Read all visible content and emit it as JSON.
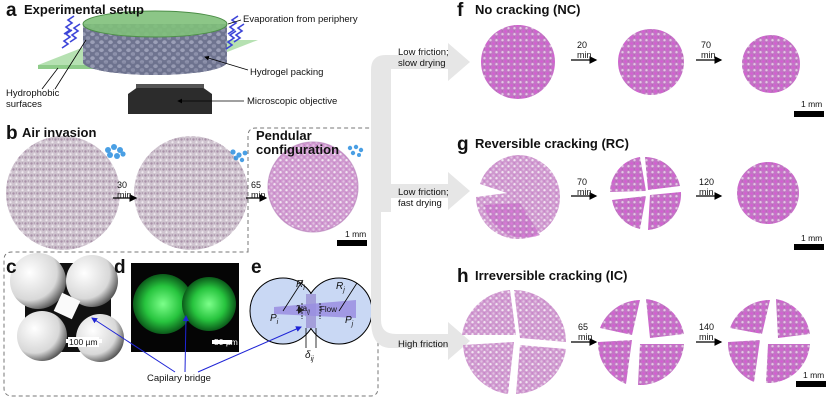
{
  "panels": {
    "a": {
      "label": "a",
      "title": "Experimental setup",
      "annotations": {
        "evaporation": "Evaporation from periphery",
        "hydrogel": "Hydrogel packing",
        "hydrophobic": "Hydrophobic\nsurfaces",
        "objective": "Microscopic objective"
      }
    },
    "b": {
      "label": "b",
      "title": "Air invasion",
      "title2": "Pendular\nconfiguration",
      "time1": "30\nmin",
      "time2": "65\nmin",
      "scale": "1 mm"
    },
    "c": {
      "label": "c",
      "scale": "100 µm"
    },
    "d": {
      "label": "d",
      "scale": "50 µm"
    },
    "e": {
      "label": "e",
      "Ri": "R",
      "Ri_sub": "i",
      "Rj": "R",
      "Rj_sub": "j",
      "Pi": "P",
      "Pi_sub": "i",
      "Pj": "P",
      "Pj_sub": "j",
      "a": "2 a",
      "a_sub": "ij",
      "flow": "Flow",
      "delta": "δ",
      "delta_sub": "ij"
    },
    "bridge_label": "Capilary bridge",
    "conditions": {
      "low_slow": "Low friction;\nslow drying",
      "low_fast": "Low friction;\nfast drying",
      "high": "High friction"
    },
    "f": {
      "label": "f",
      "title": "No cracking (NC)",
      "time1": "20\nmin",
      "time2": "70\nmin",
      "scale": "1 mm"
    },
    "g": {
      "label": "g",
      "title": "Reversible cracking (RC)",
      "time1": "70\nmin",
      "time2": "120\nmin",
      "scale": "1 mm"
    },
    "h": {
      "label": "h",
      "title": "Irreversible cracking (IC)",
      "time1": "65\nmin",
      "time2": "140\nmin",
      "scale": "1 mm"
    }
  },
  "colors": {
    "magenta": "#d24fcf",
    "grey_packing": "#b9a9b9",
    "green": "#2fd04a",
    "arrow_grey": "#e6e6e6",
    "blue": "#1f24d6"
  }
}
